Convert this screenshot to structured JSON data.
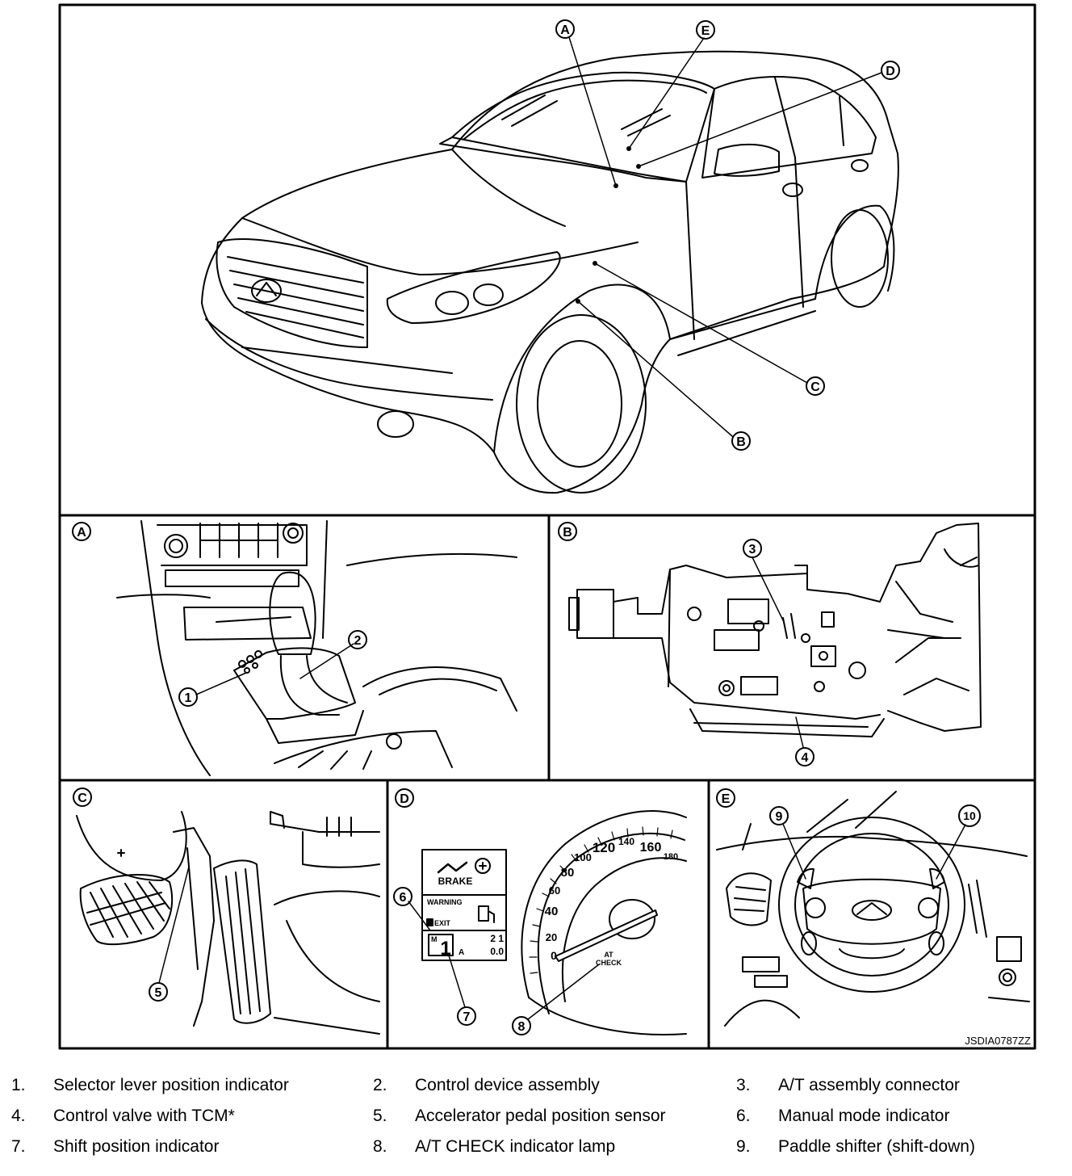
{
  "figure": {
    "code": "JSDIA0787ZZ",
    "callout_letters": [
      "A",
      "B",
      "C",
      "D",
      "E"
    ],
    "callout_numbers": [
      "1",
      "2",
      "3",
      "4",
      "5",
      "6",
      "7",
      "8",
      "9",
      "10"
    ],
    "cluster": {
      "brake": "BRAKE",
      "warning": "WARNING",
      "exit": "EXIT",
      "gear_mode": "M",
      "gear": "1",
      "gear_auto": "A",
      "trip_digits_top": "2 1",
      "trip_digits_bottom": "0.0",
      "speed_ticks": [
        "0",
        "20",
        "40",
        "60",
        "80",
        "100",
        "120",
        "140",
        "160",
        "180"
      ],
      "at_check_line1": "AT",
      "at_check_line2": "CHECK"
    }
  },
  "legend": {
    "items": [
      {
        "num": "1.",
        "text": "Selector lever position indicator"
      },
      {
        "num": "2.",
        "text": "Control device assembly"
      },
      {
        "num": "3.",
        "text": "A/T assembly connector"
      },
      {
        "num": "4.",
        "text": "Control valve with TCM*"
      },
      {
        "num": "5.",
        "text": "Accelerator pedal position sensor"
      },
      {
        "num": "6.",
        "text": "Manual mode indicator"
      },
      {
        "num": "7.",
        "text": "Shift position indicator"
      },
      {
        "num": "8.",
        "text": "A/T CHECK indicator lamp"
      },
      {
        "num": "9.",
        "text": "Paddle shifter (shift-down)"
      }
    ]
  }
}
